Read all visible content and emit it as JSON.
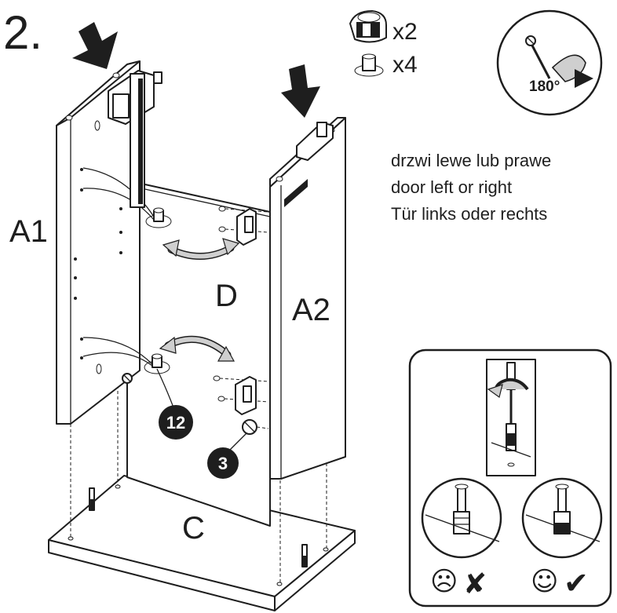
{
  "step": {
    "number": "2."
  },
  "parts": {
    "cam_lock": {
      "icon": "cam-lock-fitting-icon",
      "qty": "x2"
    },
    "dowel_cap": {
      "icon": "dowel-cap-icon",
      "qty": "x4"
    }
  },
  "rotate_hint": {
    "icon": "screwdriver-rotate-icon",
    "angle": "180°"
  },
  "door_note": {
    "line_pl": "drzwi lewe lub prawe",
    "line_en": "door left or right",
    "line_de": "Tür links oder rechts"
  },
  "labels": {
    "panel_left": "A1",
    "panel_right": "A2",
    "panel_back": "D",
    "panel_base": "C"
  },
  "callouts": {
    "part_12": "12",
    "part_3": "3"
  },
  "inset": {
    "wrong_face": "☹",
    "right_face": "☺",
    "wrong_mark": "✘",
    "right_mark": "✔"
  },
  "colors": {
    "ink": "#1e1e1e",
    "arrow_grey": "#cfcfcf",
    "paper": "#ffffff"
  }
}
